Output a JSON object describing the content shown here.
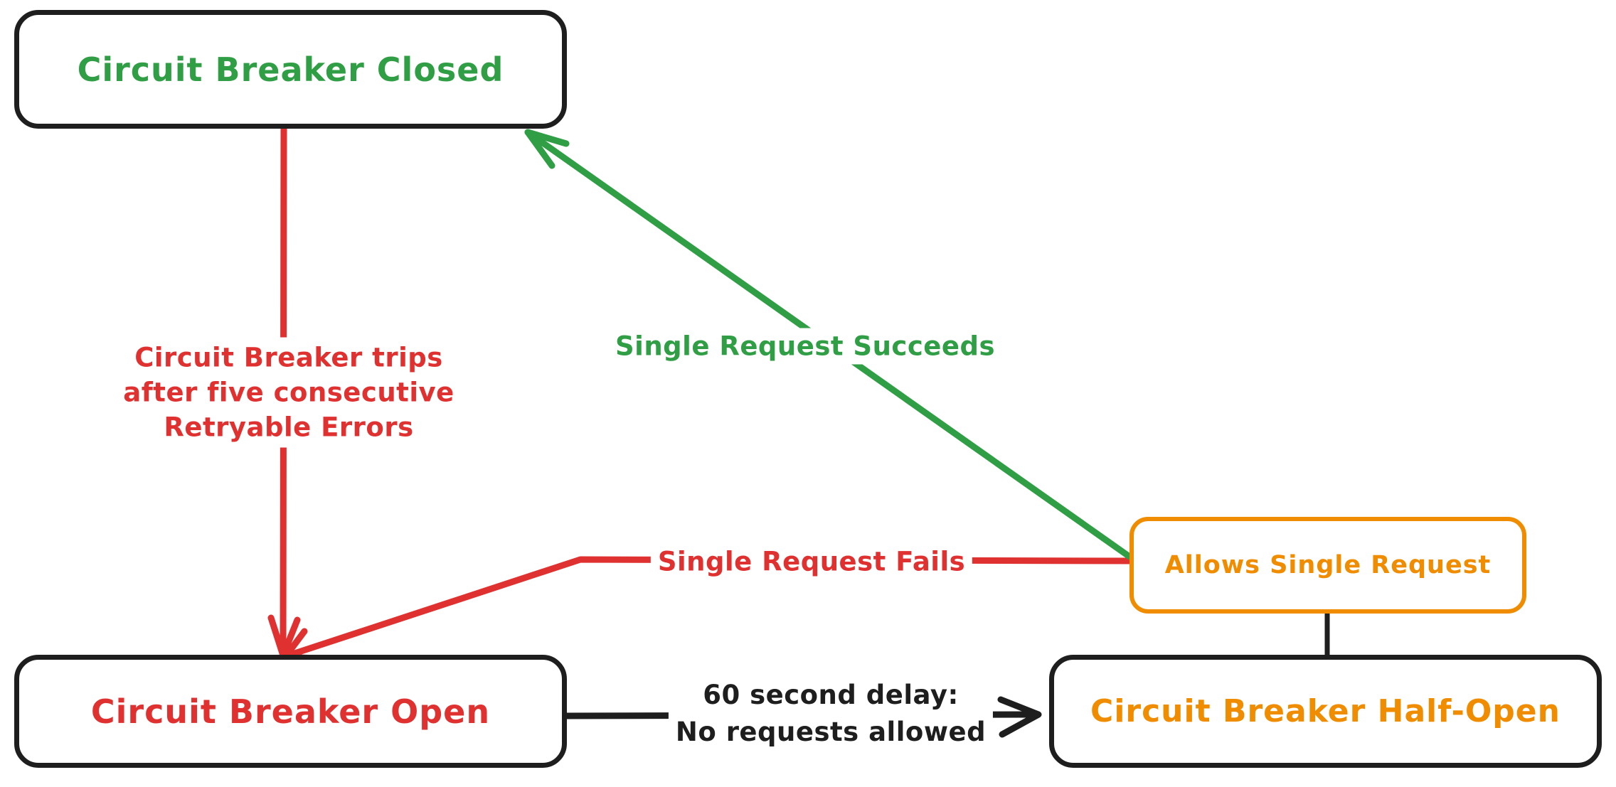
{
  "diagram": {
    "type": "state-diagram",
    "subject": "Circuit Breaker pattern states",
    "colors": {
      "closed_green": "#2f9e44",
      "open_red": "#e03131",
      "half_open_orange": "#f08c00",
      "ink_black": "#1e1e1e",
      "background": "#ffffff"
    },
    "nodes": {
      "closed": {
        "label": "Circuit Breaker Closed",
        "text_color": "#2f9e44",
        "border_color": "#1e1e1e"
      },
      "open": {
        "label": "Circuit Breaker Open",
        "text_color": "#e03131",
        "border_color": "#1e1e1e"
      },
      "half_open": {
        "label": "Circuit Breaker Half-Open",
        "text_color": "#f08c00",
        "border_color": "#1e1e1e"
      },
      "allows": {
        "label": "Allows Single Request",
        "text_color": "#f08c00",
        "border_color": "#f08c00"
      }
    },
    "edges": {
      "trip": {
        "from": "closed",
        "to": "open",
        "color": "#e03131",
        "arrow": true,
        "label_lines": [
          "Circuit Breaker trips",
          "after five consecutive",
          "Retryable Errors"
        ]
      },
      "succeed": {
        "from": "allows",
        "to": "closed",
        "color": "#2f9e44",
        "arrow": true,
        "label_lines": [
          "Single Request Succeeds"
        ]
      },
      "fail": {
        "from": "allows",
        "to": "open",
        "color": "#e03131",
        "arrow": true,
        "label_lines": [
          "Single Request Fails"
        ]
      },
      "delay": {
        "from": "open",
        "to": "half_open",
        "color": "#1e1e1e",
        "arrow": true,
        "label_lines": [
          "60 second delay:",
          "No requests allowed"
        ]
      },
      "link": {
        "from": "half_open",
        "to": "allows",
        "color": "#1e1e1e",
        "arrow": false,
        "label_lines": []
      }
    }
  }
}
